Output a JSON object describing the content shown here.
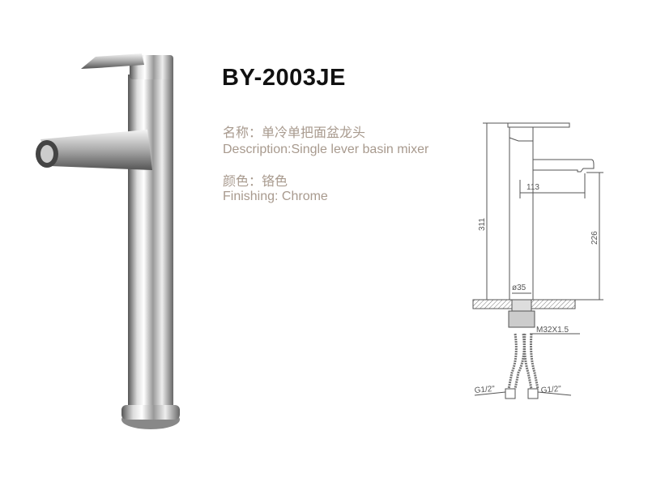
{
  "model": "BY-2003JE",
  "name_cn": "名称：单冷单把面盆龙头",
  "description": "Description:Single lever basin mixer",
  "color_cn": "颜色：铬色",
  "finishing": "Finishing: Chrome",
  "dimensions": {
    "height": "311",
    "spout_height": "226",
    "reach": "113",
    "diameter": "ø35",
    "thread": "M32X1.5",
    "hose_left": "G1/2\"",
    "hose_right": "G1/2\""
  }
}
